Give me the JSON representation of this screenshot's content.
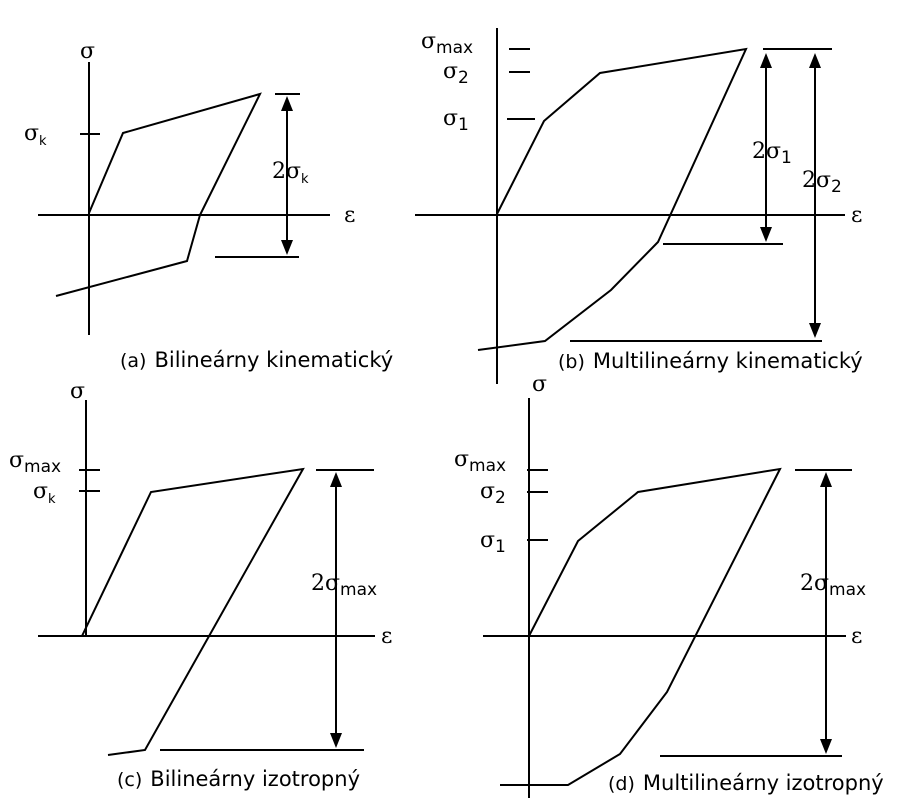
{
  "symbols": {
    "sigma": "σ",
    "epsilon": "ε"
  },
  "panels": {
    "a": {
      "tag": "(a)",
      "caption": "Bilineárny kinematický",
      "sub_k": "k",
      "coef": "2"
    },
    "b": {
      "tag": "(b)",
      "caption": "Multilineárny kinematický",
      "sub_max": "max",
      "sub_2": "2",
      "sub_1": "1",
      "coef": "2"
    },
    "c": {
      "tag": "(c)",
      "caption": "Bilineárny izotropný",
      "sub_max": "max",
      "sub_k": "k",
      "coef": "2"
    },
    "d": {
      "tag": "(d)",
      "caption": "Multilineárny izotropný",
      "sub_max": "max",
      "sub_2": "2",
      "sub_1": "1",
      "coef": "2"
    }
  }
}
